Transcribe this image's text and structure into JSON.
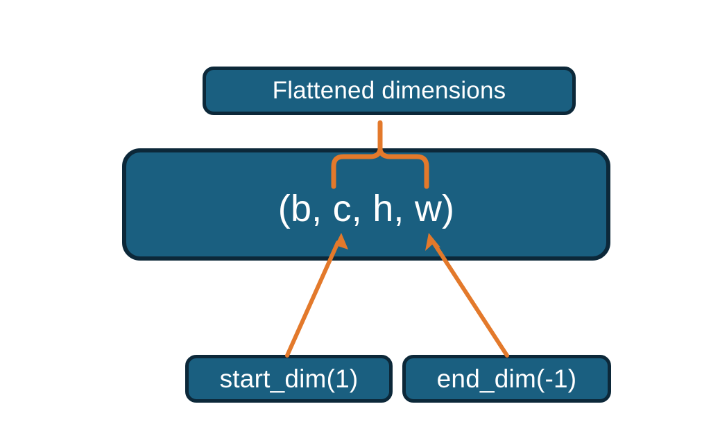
{
  "diagram": {
    "title": "Flatten dimensions diagram",
    "background_color": "#ffffff",
    "node_fill_color": "#1a5f80",
    "node_border_color": "#0c2839",
    "node_text_color": "#ffffff",
    "connector_color": "#e3792b",
    "nodes": {
      "flattened": {
        "label": "Flattened dimensions",
        "role": "annotation-top"
      },
      "shape": {
        "label": "(b, c, h, w)",
        "role": "tensor-shape",
        "dims": [
          "b",
          "c",
          "h",
          "w"
        ]
      },
      "start_dim": {
        "label": "start_dim(1)",
        "role": "argument",
        "argument_name": "start_dim",
        "argument_value": "1"
      },
      "end_dim": {
        "label": "end_dim(-1)",
        "role": "argument",
        "argument_name": "end_dim",
        "argument_value": "-1"
      }
    },
    "connectors": [
      {
        "name": "brace-flattened",
        "type": "curly-brace-up",
        "from": "shape",
        "to": "flattened",
        "spans_dims": [
          "c",
          "h",
          "w"
        ],
        "color": "#e3792b"
      },
      {
        "name": "arrow-start-dim",
        "type": "arrow",
        "from": "start_dim",
        "to": "shape",
        "points_at_dim": "c",
        "color": "#e3792b"
      },
      {
        "name": "arrow-end-dim",
        "type": "arrow",
        "from": "end_dim",
        "to": "shape",
        "points_at_dim": "w",
        "color": "#e3792b"
      }
    ]
  }
}
